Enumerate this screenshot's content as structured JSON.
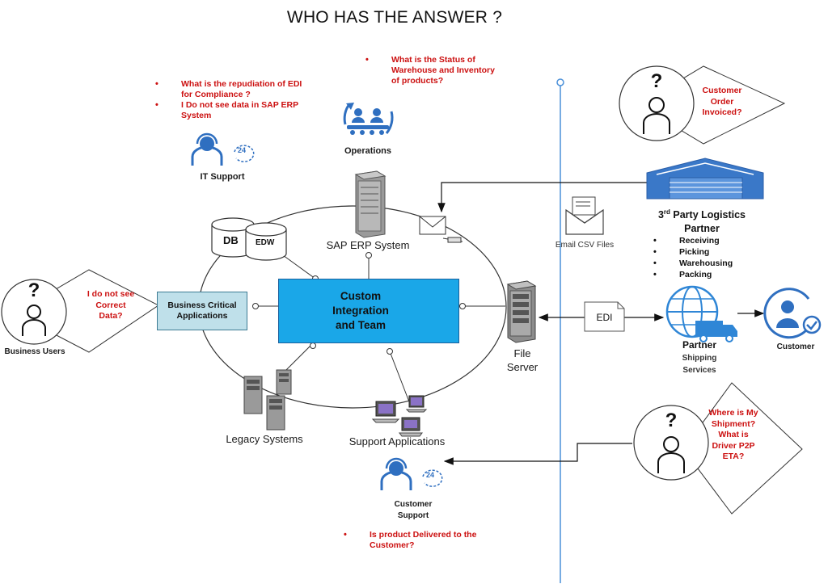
{
  "title": "WHO HAS THE ANSWER ?",
  "colors": {
    "accent_blue": "#1aa7e8",
    "light_blue_box": "#bfe0ea",
    "icon_blue": "#2f6fc0",
    "divider_blue": "#4a90d9",
    "question_red": "#cc1111"
  },
  "it_support": {
    "label": "IT Support",
    "questions": [
      "What is the repudiation of EDI for Compliance ?",
      "I Do not see data in SAP ERP System"
    ],
    "icon": "headset-24-icon"
  },
  "operations": {
    "label": "Operations",
    "questions": [
      "What is the Status of Warehouse and Inventory of products?"
    ],
    "icon": "conveyor-people-icon"
  },
  "sap_erp": {
    "label": "SAP ERP System",
    "icon": "server-tower-icon"
  },
  "db": {
    "label": "DB"
  },
  "edw": {
    "label": "EDW"
  },
  "business_critical": {
    "label": "Business Critical Applications"
  },
  "custom_integration": {
    "label": "Custom Integration and Team",
    "icon": "gear-icon"
  },
  "file_server": {
    "label": "File Server",
    "icon": "server-tower-icon"
  },
  "legacy_systems": {
    "label": "Legacy Systems",
    "icon": "server-cluster-icon"
  },
  "support_apps": {
    "label": "Support Applications",
    "icon": "computers-icon"
  },
  "business_users": {
    "label": "Business Users",
    "question": "I do not see Correct Data?",
    "icon": "person-question-icon"
  },
  "customer_top": {
    "question": "Customer Order Invoiced?",
    "icon": "person-question-icon"
  },
  "logistics": {
    "label_prefix": "3",
    "label_sup": "rd",
    "label_rest": " Party Logistics Partner",
    "items": [
      "Receiving",
      "Picking",
      "Warehousing",
      "Packing"
    ],
    "icon": "warehouse-icon"
  },
  "email_csv": {
    "label": "Email CSV Files",
    "icon": "email-icon"
  },
  "edi": {
    "label": "EDI"
  },
  "shipping": {
    "label_bold": "Partner",
    "label_rest": "Shipping Services",
    "icon": "globe-truck-icon"
  },
  "customer": {
    "label": "Customer",
    "icon": "customer-check-icon"
  },
  "shipment_person": {
    "question": "Where is My Shipment? What is Driver P2P ETA?",
    "icon": "person-question-icon"
  },
  "customer_support": {
    "label": "Customer Support",
    "questions": [
      "Is product Delivered to the Customer?"
    ],
    "icon": "headset-24-icon"
  }
}
